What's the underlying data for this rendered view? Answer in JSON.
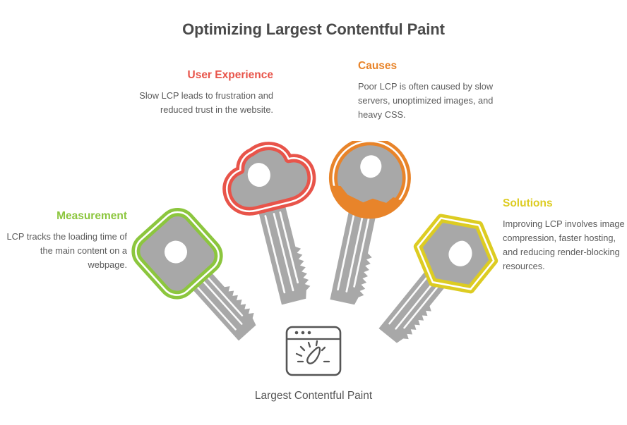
{
  "title": "Optimizing Largest Contentful Paint",
  "colors": {
    "title_text": "#4a4a4a",
    "body_text": "#5b5b5b",
    "key_body_gray": "#a8a8a8",
    "red": "#e8544a",
    "orange": "#e8842a",
    "green": "#8cc63e",
    "yellow": "#ddcc22",
    "icon_stroke": "#555555",
    "background": "#ffffff"
  },
  "sections": [
    {
      "id": "user-experience",
      "heading": "User Experience",
      "body": "Slow LCP leads to frustration and reduced trust in the website.",
      "color": "#e8544a",
      "align": "right",
      "key_shape": "cloud"
    },
    {
      "id": "causes",
      "heading": "Causes",
      "body": "Poor LCP is often caused by slow servers, unoptimized images, and heavy CSS.",
      "color": "#e8842a",
      "align": "left",
      "key_shape": "circle"
    },
    {
      "id": "measurement",
      "heading": "Measurement",
      "body": "LCP tracks the loading time of the main content on a webpage.",
      "color": "#8cc63e",
      "align": "right",
      "key_shape": "rounded-square"
    },
    {
      "id": "solutions",
      "heading": "Solutions",
      "body": "Improving LCP involves image compression, faster hosting, and reducing render-blocking resources.",
      "color": "#ddcc22",
      "align": "left",
      "key_shape": "hexagon"
    }
  ],
  "center": {
    "caption": "Largest Contentful Paint",
    "icon": "browser-speed-gauge-icon"
  }
}
